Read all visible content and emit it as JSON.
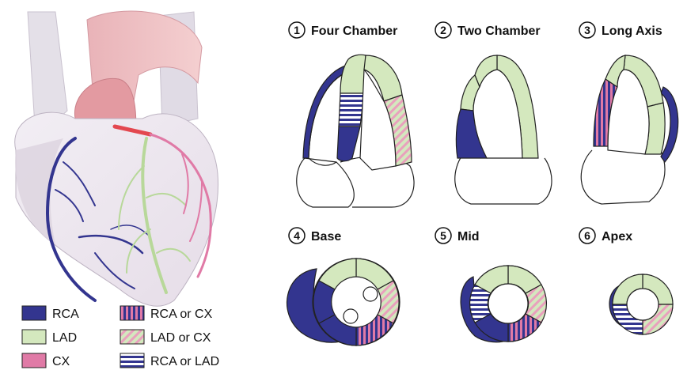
{
  "views": [
    {
      "number": "1",
      "label": "Four Chamber"
    },
    {
      "number": "2",
      "label": "Two Chamber"
    },
    {
      "number": "3",
      "label": "Long Axis"
    },
    {
      "number": "4",
      "label": "Base"
    },
    {
      "number": "5",
      "label": "Mid"
    },
    {
      "number": "6",
      "label": "Apex"
    }
  ],
  "legend": [
    {
      "label": "RCA",
      "pattern": "solid-navy"
    },
    {
      "label": "RCA or CX",
      "pattern": "stripes-navy-pink"
    },
    {
      "label": "LAD",
      "pattern": "solid-green"
    },
    {
      "label": "LAD or CX",
      "pattern": "stripes-pink-green"
    },
    {
      "label": "CX",
      "pattern": "solid-pink"
    },
    {
      "label": "RCA or LAD",
      "pattern": "stripes-navy-green"
    }
  ],
  "colors": {
    "rca": "#33358f",
    "lad": "#d4e8be",
    "cx": "#e07aa6",
    "outline": "#222222"
  }
}
